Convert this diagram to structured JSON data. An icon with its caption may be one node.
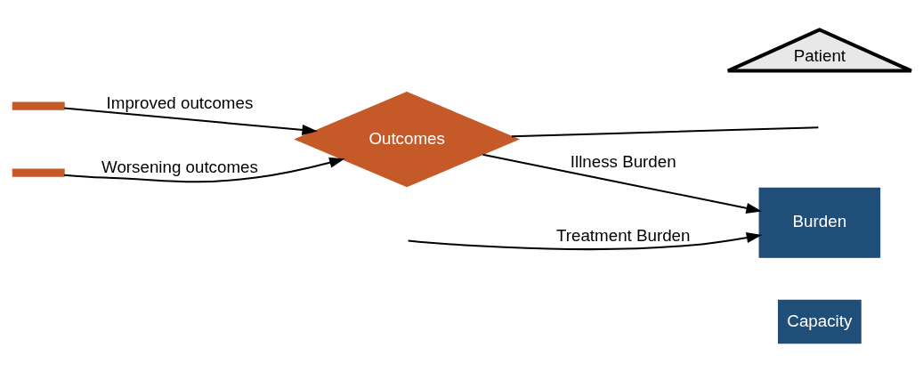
{
  "diagram": {
    "nodes": [
      {
        "text": [
          "Capacity"
        ]
      },
      {
        "text": [
          "Burden"
        ]
      },
      {
        "text": [
          "Patient"
        ]
      },
      {
        "text": [],
        "shape": "bar"
      },
      {
        "text": [],
        "shape": "bar"
      },
      {
        "text": [
          "Outcomes"
        ]
      }
    ],
    "edges": [
      {
        "from": 5,
        "to": 1,
        "arrow": "to",
        "label": "Illness Burden"
      },
      {
        "from": null,
        "to": 1,
        "arrow": "to",
        "label": "Treatment Burden"
      },
      {
        "from": 5,
        "to": null,
        "arrow": "none"
      },
      {
        "from": 4,
        "to": 5,
        "arrow": "to",
        "label": "Worsening outcomes"
      },
      {
        "from": 3,
        "to": 5,
        "arrow": "to",
        "label": "Improved outcomes"
      }
    ]
  }
}
